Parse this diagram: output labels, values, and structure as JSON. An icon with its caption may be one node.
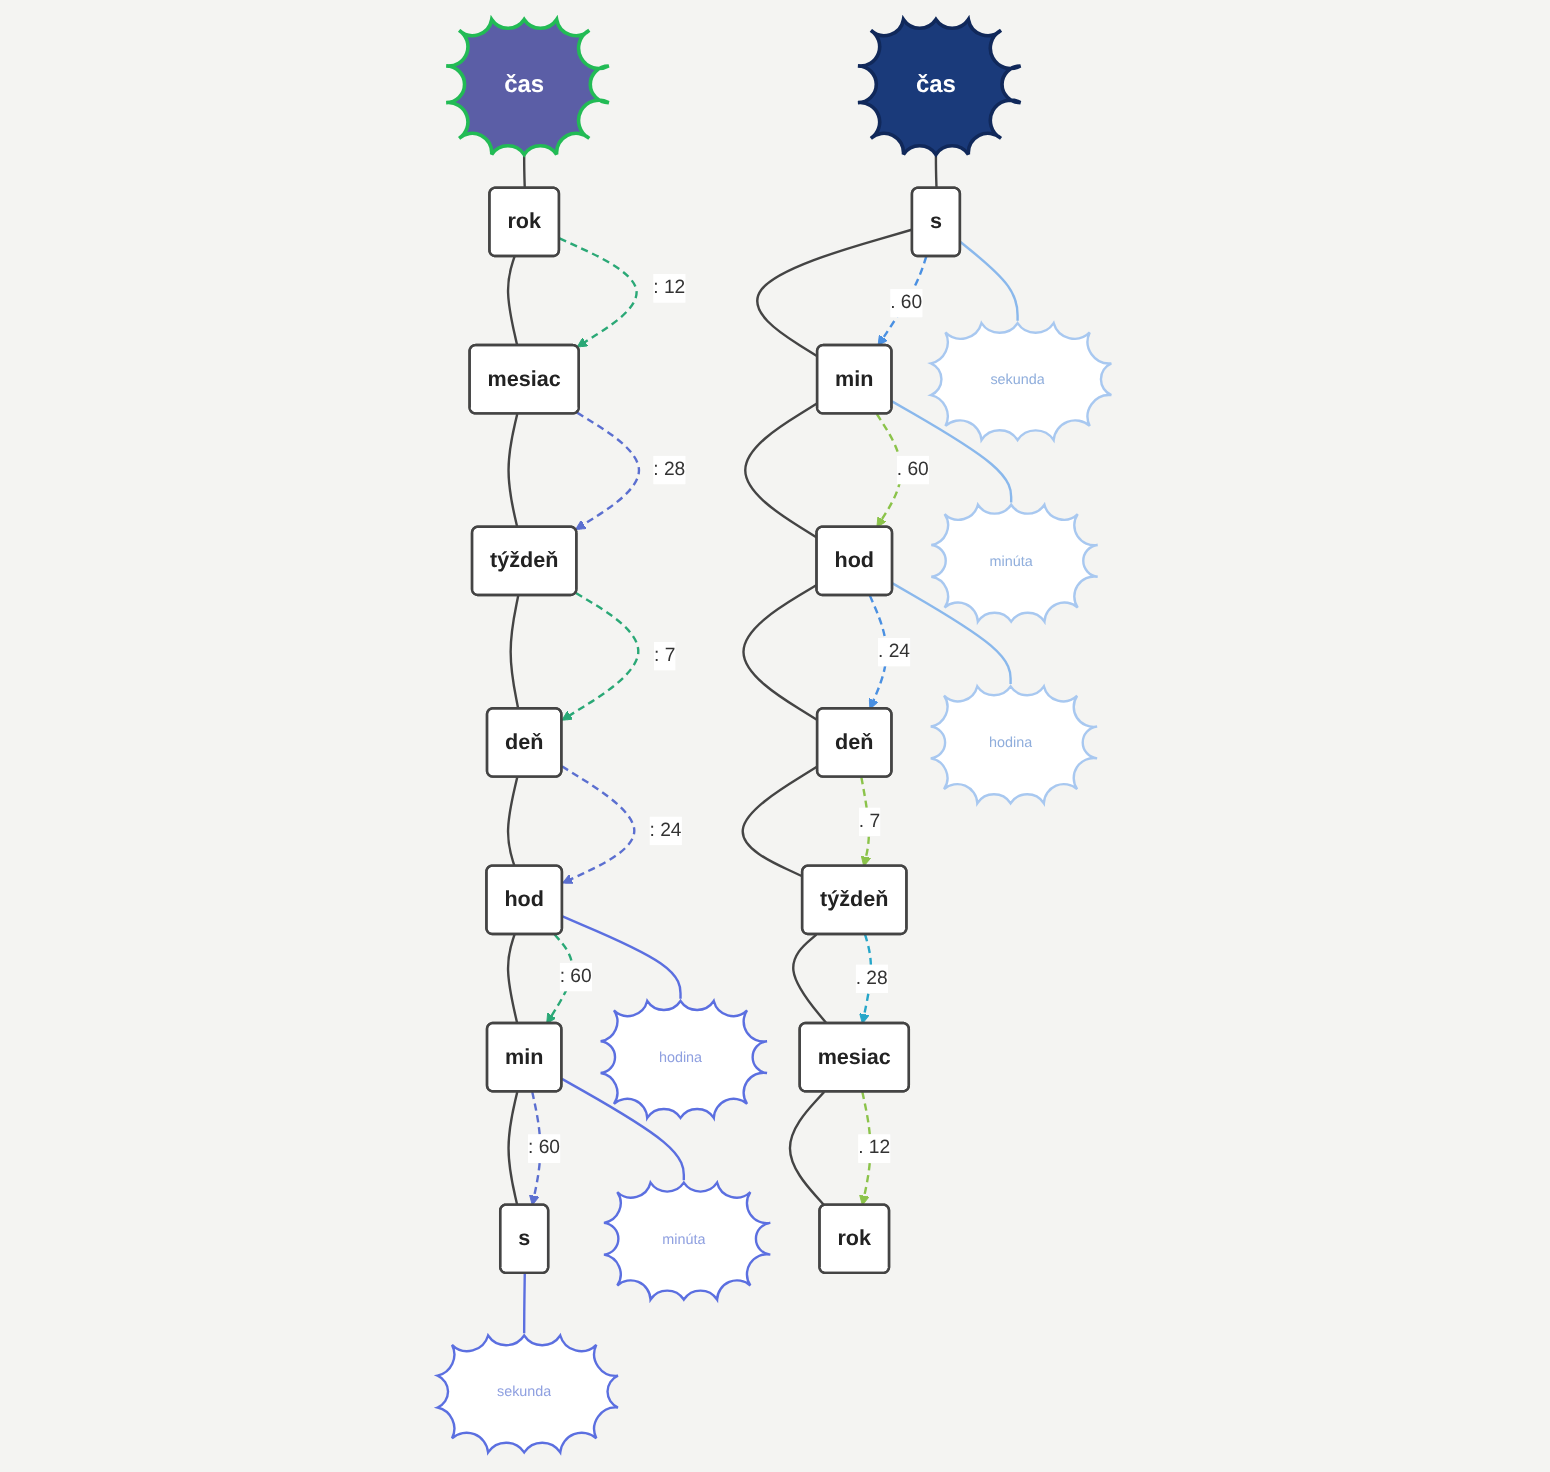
{
  "diagram": {
    "nodes": [
      {
        "text": [
          "čas"
        ]
      },
      {
        "text": [
          "rok"
        ]
      },
      {
        "text": [
          "mesiac"
        ]
      },
      {
        "text": [
          "týždeň"
        ]
      },
      {
        "text": [
          "deň"
        ]
      },
      {
        "text": [
          "hod"
        ]
      },
      {
        "text": [
          "min"
        ]
      },
      {
        "text": [
          "s"
        ]
      },
      {
        "text": [
          "hodina"
        ]
      },
      {
        "text": [
          "minúta"
        ]
      },
      {
        "text": [
          "sekunda"
        ]
      },
      {
        "text": [
          "čas"
        ]
      },
      {
        "text": [
          "s"
        ]
      },
      {
        "text": [
          "min"
        ]
      },
      {
        "text": [
          "hod"
        ]
      },
      {
        "text": [
          "deň"
        ]
      },
      {
        "text": [
          "týždeň"
        ]
      },
      {
        "text": [
          "mesiac"
        ]
      },
      {
        "text": [
          "rok"
        ]
      },
      {
        "text": [
          "sekunda"
        ]
      },
      {
        "text": [
          "minúta"
        ]
      },
      {
        "text": [
          "hodina"
        ]
      }
    ],
    "edges": [
      {
        "from": 0,
        "to": 1,
        "arrow": "none"
      },
      {
        "from": 1,
        "to": 2,
        "arrow": "none"
      },
      {
        "from": 2,
        "to": 3,
        "arrow": "none"
      },
      {
        "from": 3,
        "to": 4,
        "arrow": "none"
      },
      {
        "from": 4,
        "to": 5,
        "arrow": "none"
      },
      {
        "from": 5,
        "to": 6,
        "arrow": "none"
      },
      {
        "from": 6,
        "to": 7,
        "arrow": "none"
      },
      {
        "from": 1,
        "to": 2,
        "arrow": "to",
        "label": ": 12",
        "style": "dashed",
        "color": "#2aa876"
      },
      {
        "from": 2,
        "to": 3,
        "arrow": "to",
        "label": ": 28",
        "style": "dashed",
        "color": "#5b6fd0"
      },
      {
        "from": 3,
        "to": 4,
        "arrow": "to",
        "label": ": 7",
        "style": "dashed",
        "color": "#2aa876"
      },
      {
        "from": 4,
        "to": 5,
        "arrow": "to",
        "label": ": 24",
        "style": "dashed",
        "color": "#5b6fd0"
      },
      {
        "from": 5,
        "to": 6,
        "arrow": "to",
        "label": ": 60",
        "style": "dashed",
        "color": "#2aa876"
      },
      {
        "from": 6,
        "to": 7,
        "arrow": "to",
        "label": ": 60",
        "style": "dashed",
        "color": "#5b6fd0"
      },
      {
        "from": 5,
        "to": 8,
        "arrow": "none",
        "color": "#5b6fe0"
      },
      {
        "from": 6,
        "to": 9,
        "arrow": "none",
        "color": "#5b6fe0"
      },
      {
        "from": 7,
        "to": 10,
        "arrow": "none",
        "color": "#5b6fe0"
      },
      {
        "from": 11,
        "to": 12,
        "arrow": "none"
      },
      {
        "from": 12,
        "to": 13,
        "arrow": "none"
      },
      {
        "from": 13,
        "to": 14,
        "arrow": "none"
      },
      {
        "from": 14,
        "to": 15,
        "arrow": "none"
      },
      {
        "from": 15,
        "to": 16,
        "arrow": "none"
      },
      {
        "from": 16,
        "to": 17,
        "arrow": "none"
      },
      {
        "from": 17,
        "to": 18,
        "arrow": "none"
      },
      {
        "from": 12,
        "to": 13,
        "arrow": "to",
        "label": ". 60",
        "style": "dashed",
        "color": "#4a90e2"
      },
      {
        "from": 13,
        "to": 14,
        "arrow": "to",
        "label": ". 60",
        "style": "dashed",
        "color": "#8bc34a"
      },
      {
        "from": 14,
        "to": 15,
        "arrow": "to",
        "label": ". 24",
        "style": "dashed",
        "color": "#4a90e2"
      },
      {
        "from": 15,
        "to": 16,
        "arrow": "to",
        "label": ". 7",
        "style": "dashed",
        "color": "#8bc34a"
      },
      {
        "from": 16,
        "to": 17,
        "arrow": "to",
        "label": ". 28",
        "style": "dashed",
        "color": "#26a6c9"
      },
      {
        "from": 17,
        "to": 18,
        "arrow": "to",
        "label": ". 12",
        "style": "dashed",
        "color": "#8bc34a"
      },
      {
        "from": 12,
        "to": 19,
        "arrow": "none",
        "color": "#8ab8ec"
      },
      {
        "from": 13,
        "to": 20,
        "arrow": "none",
        "color": "#8ab8ec"
      },
      {
        "from": 14,
        "to": 21,
        "arrow": "none",
        "color": "#8ab8ec"
      }
    ]
  }
}
